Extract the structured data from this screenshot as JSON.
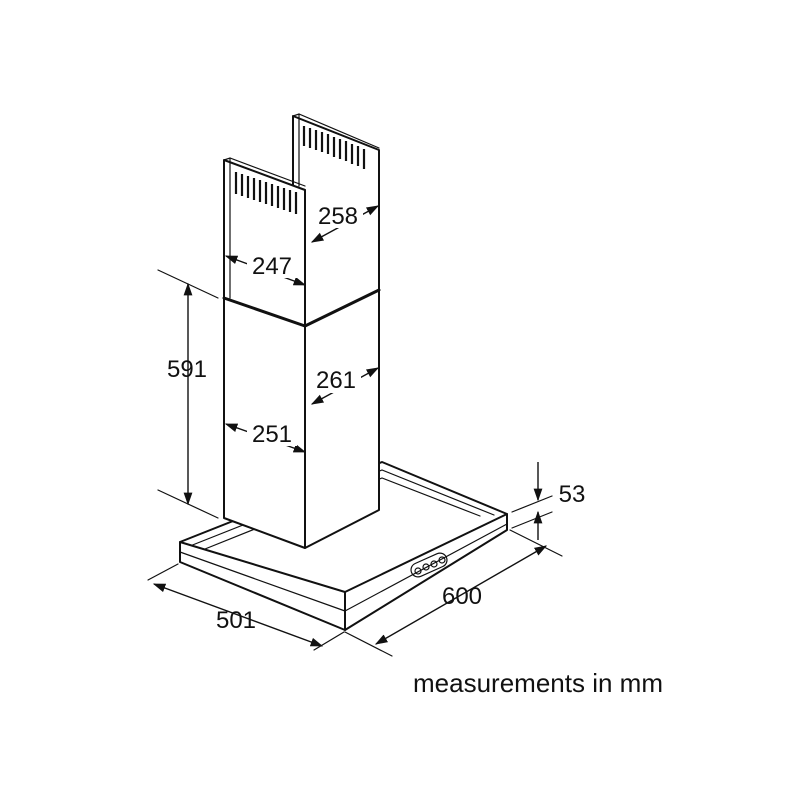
{
  "dimensions": {
    "upper_chimney_depth": "258",
    "upper_chimney_width": "247",
    "chimney_height": "591",
    "lower_chimney_depth": "261",
    "lower_chimney_width": "251",
    "canopy_height": "53",
    "canopy_width": "600",
    "canopy_depth": "501"
  },
  "caption": "measurements in mm",
  "colors": {
    "line": "#111111",
    "background": "#ffffff"
  }
}
